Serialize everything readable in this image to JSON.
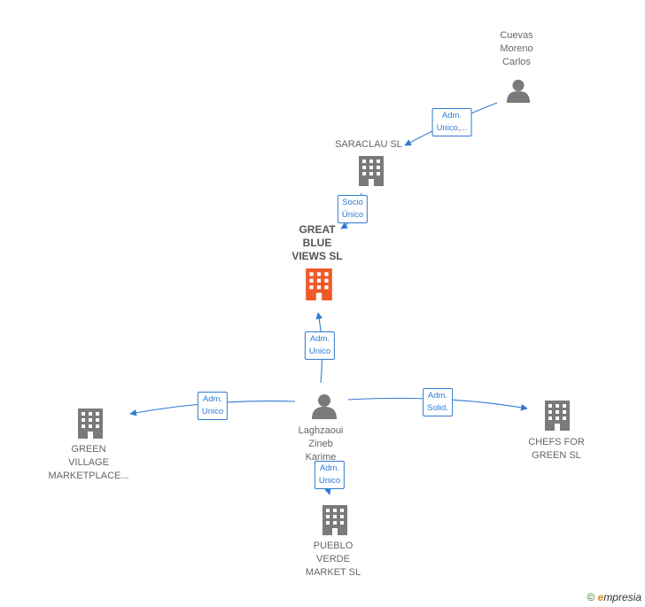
{
  "colors": {
    "edge": "#2f7bd1",
    "company": "#7a7a7a",
    "focus_company": "#f05a28",
    "person": "#7a7a7a"
  },
  "nodes": {
    "cuevas": {
      "label": "Cuevas\nMoreno\nCarlos",
      "icon": "person-icon"
    },
    "saraclau": {
      "label": "SARACLAU  SL",
      "icon": "building-icon"
    },
    "great_blue": {
      "label": "GREAT\nBLUE\nVIEWS  SL",
      "icon": "building-icon"
    },
    "laghzaoui": {
      "label": "Laghzaoui\nZineb\nKarime",
      "icon": "person-icon"
    },
    "green_village": {
      "label": "GREEN\nVILLAGE\nMARKETPLACE...",
      "icon": "building-icon"
    },
    "chefs": {
      "label": "CHEFS FOR\nGREEN  SL",
      "icon": "building-icon"
    },
    "pueblo": {
      "label": "PUEBLO\nVERDE\nMARKET  SL",
      "icon": "building-icon"
    }
  },
  "edges": {
    "cuevas_saraclau": "Adm.\nUnico,...",
    "saraclau_great": "Socio\nÚnico",
    "laghzaoui_great": "Adm.\nUnico",
    "laghzaoui_green": "Adm.\nUnico",
    "laghzaoui_chefs": "Adm.\nSolid.",
    "laghzaoui_pueblo": "Adm.\nUnico"
  },
  "watermark": {
    "copyright": "©",
    "brand_initial": "e",
    "brand_rest": "mpresia"
  }
}
